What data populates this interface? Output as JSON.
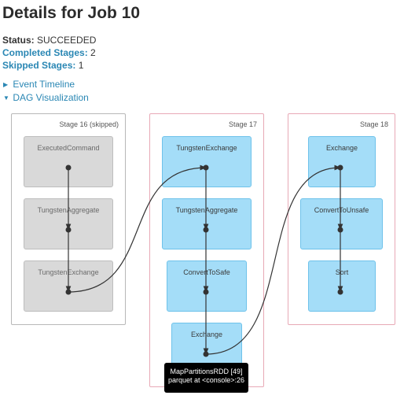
{
  "page": {
    "title": "Details for Job 10"
  },
  "summary": {
    "status_label": "Status:",
    "status_value": "SUCCEEDED",
    "completed_label": "Completed Stages:",
    "completed_value": "2",
    "skipped_label": "Skipped Stages:",
    "skipped_value": "1"
  },
  "toggles": {
    "event_timeline": "Event Timeline",
    "dag_visualization": "DAG Visualization",
    "collapsed_icon": "triangle-right-icon",
    "expanded_icon": "triangle-down-icon"
  },
  "dag": {
    "stages": [
      {
        "label": "Stage 16 (skipped)",
        "skipped": true,
        "ops": [
          "ExecutedCommand",
          "TungstenAggregate",
          "TungstenExchange"
        ]
      },
      {
        "label": "Stage 17",
        "skipped": false,
        "ops": [
          "TungstenExchange",
          "TungstenAggregate",
          "ConvertToSafe",
          "Exchange"
        ]
      },
      {
        "label": "Stage 18",
        "skipped": false,
        "ops": [
          "Exchange",
          "ConvertToUnsafe",
          "Sort"
        ]
      }
    ],
    "tooltip": {
      "line1": "MapPartitionsRDD [49]",
      "line2": "parquet at <console>:26"
    }
  },
  "colors": {
    "link": "#2a87b4",
    "skipped_stage_border": "#b8b8b8",
    "active_stage_border": "#e8a9b6",
    "skipped_op_fill": "#d9d9d9",
    "active_op_fill": "#a4ddf8",
    "edge": "#333333"
  }
}
